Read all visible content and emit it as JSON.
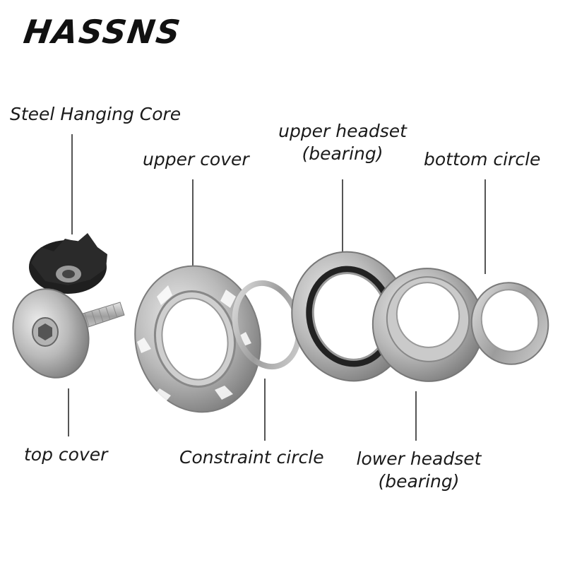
{
  "brand": "HASSNS",
  "labels": {
    "steel_core": "Steel Hanging Core",
    "upper_headset_line1": "upper headset",
    "upper_headset_line2": "(bearing)",
    "upper_cover": "upper cover",
    "bottom_circle": "bottom circle",
    "top_cover": "top cover",
    "constraint_circle": "Constraint circle",
    "lower_headset_line1": "lower headset",
    "lower_headset_line2": "(bearing)"
  },
  "colors": {
    "metal_light": "#d8d8d8",
    "metal_mid": "#a9a9a9",
    "metal_dark": "#6f6f6f",
    "rubber": "#1c1c1c",
    "leader_line": "#555555"
  }
}
